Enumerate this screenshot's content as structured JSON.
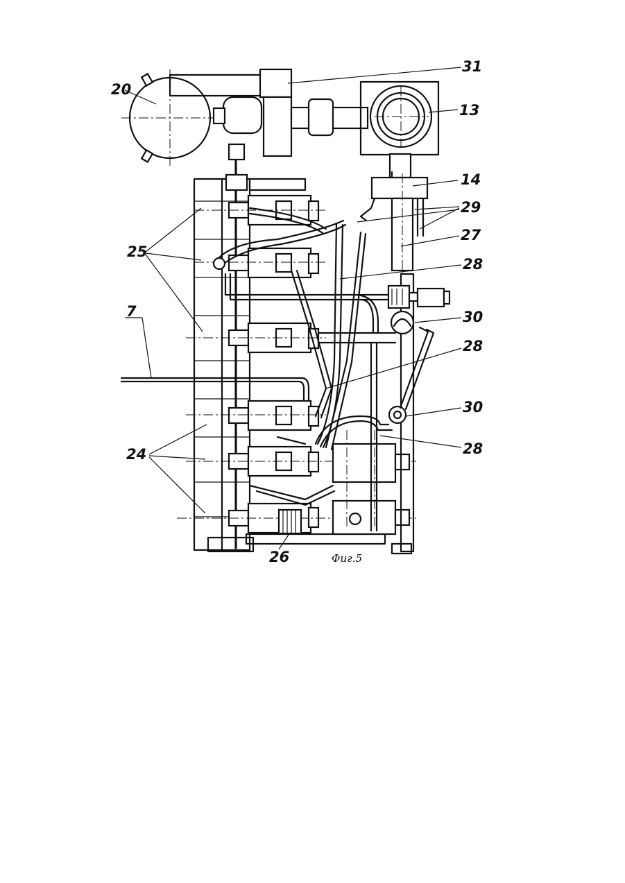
{
  "figure": {
    "caption": "Фиг.5",
    "labels": {
      "l20": "20",
      "l31": "31",
      "l13": "13",
      "l14": "14",
      "l29": "29",
      "l27": "27",
      "l25": "25",
      "l28a": "28",
      "l7": "7",
      "l30a": "30",
      "l28b": "28",
      "l30b": "30",
      "l28c": "28",
      "l24": "24",
      "l26": "26"
    }
  }
}
